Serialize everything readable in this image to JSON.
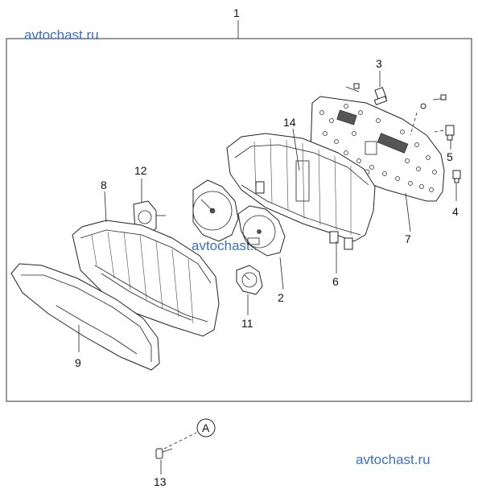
{
  "watermarks": [
    "avtochast.ru",
    "avtochast.ru",
    "avtochast.ru"
  ],
  "callouts": {
    "assembly": "1",
    "p2": "2",
    "p3": "3",
    "p4": "4",
    "p5": "5",
    "p6": "6",
    "p7": "7",
    "p8": "8",
    "p9": "9",
    "p11": "11",
    "p12": "12",
    "p13": "13",
    "p14": "14",
    "ref_a": "A"
  }
}
